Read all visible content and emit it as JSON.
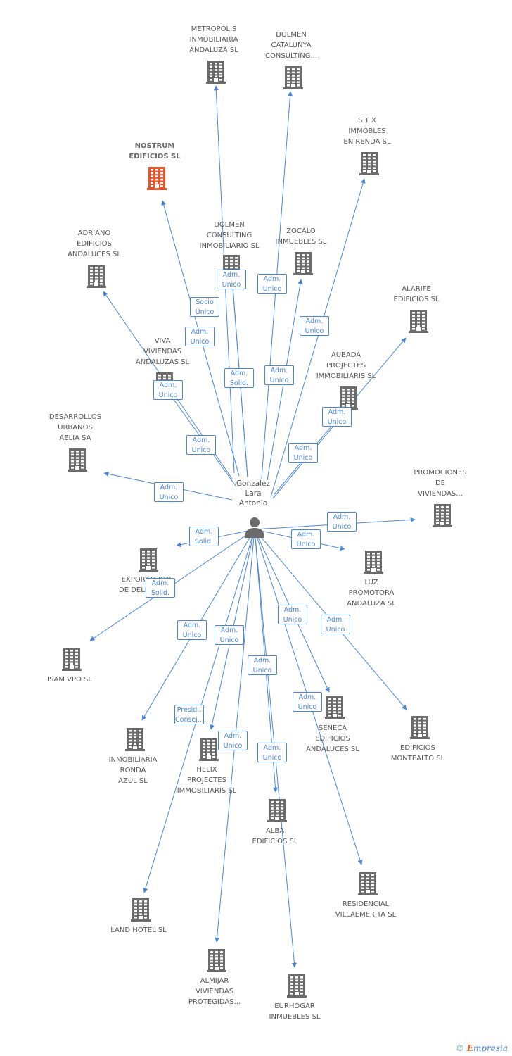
{
  "center": {
    "label": "Gonzalez\nLara\nAntonio",
    "icon": "person-icon"
  },
  "colors": {
    "edge": "#4a86d8",
    "building": "#6b6b6b",
    "building_highlight": "#e8562c"
  },
  "nodes": [
    {
      "id": "metropolis",
      "label": "METROPOLIS\nINMOBILIARIA\nANDALUZA SL",
      "highlight": false
    },
    {
      "id": "dolmen-catalunya",
      "label": "DOLMEN\nCATALUNYA\nCONSULTING...",
      "highlight": false
    },
    {
      "id": "stx",
      "label": "S T X\nIMMOBLES\nEN RENDA SL",
      "highlight": false
    },
    {
      "id": "nostrum",
      "label": "NOSTRUM\nEDIFICIOS SL",
      "highlight": true
    },
    {
      "id": "dolmen-consulting",
      "label": "DOLMEN\nCONSULTING\nINMOBILIARIO SL",
      "highlight": false
    },
    {
      "id": "zocalo",
      "label": "ZOCALO\nINMUEBLES SL",
      "highlight": false
    },
    {
      "id": "adriano",
      "label": "ADRIANO\nEDIFICIOS\nANDALUCES SL",
      "highlight": false
    },
    {
      "id": "alarife",
      "label": "ALARIFE\nEDIFICIOS SL",
      "highlight": false
    },
    {
      "id": "viva",
      "label": "VIVA\nVIVIENDAS\nANDALUZAS SL",
      "highlight": false
    },
    {
      "id": "aubada",
      "label": "AUBADA\nPROJECTES\nIMMOBILIARIS SL",
      "highlight": false
    },
    {
      "id": "desarrollos",
      "label": "DESARROLLOS\nURBANOS\nAELIA SA",
      "highlight": false
    },
    {
      "id": "promociones",
      "label": "PROMOCIONES\nDE\nVIVIENDAS...",
      "highlight": false
    },
    {
      "id": "exportacion",
      "label": "EXPORTACION\nDE DELICIAS SL",
      "highlight": false
    },
    {
      "id": "luz",
      "label": "LUZ\nPROMOTORA\nANDALUZA SL",
      "highlight": false
    },
    {
      "id": "isam",
      "label": "ISAM VPO  SL",
      "highlight": false
    },
    {
      "id": "ronda",
      "label": "INMOBILIARIA\nRONDA\nAZUL SL",
      "highlight": false
    },
    {
      "id": "helix",
      "label": "HELIX\nPROJECTES\nIMMOBILIARIS SL",
      "highlight": false
    },
    {
      "id": "seneca",
      "label": "SENECA\nEDIFICIOS\nANDALUCES SL",
      "highlight": false
    },
    {
      "id": "montealto",
      "label": "EDIFICIOS\nMONTEALTO SL",
      "highlight": false
    },
    {
      "id": "alba",
      "label": "ALBA\nEDIFICIOS SL",
      "highlight": false
    },
    {
      "id": "villaemerita",
      "label": "RESIDENCIAL\nVILLAEMERITA SL",
      "highlight": false
    },
    {
      "id": "land-hotel",
      "label": "LAND HOTEL SL",
      "highlight": false
    },
    {
      "id": "almijar",
      "label": "ALMIJAR\nVIVIENDAS\nPROTEGIDAS...",
      "highlight": false
    },
    {
      "id": "eurhogar",
      "label": "EURHOGAR\nINMUEBLES SL",
      "highlight": false
    }
  ],
  "relations": [
    {
      "to": "metropolis",
      "label": "Adm.\nUnico"
    },
    {
      "to": "dolmen-catalunya",
      "label": "Adm.\nUnico"
    },
    {
      "to": "stx",
      "label": "Adm.\nUnico"
    },
    {
      "to": "nostrum",
      "label": "Adm.\nUnico"
    },
    {
      "to": "dolmen-consulting",
      "label": "Adm.\nSolid."
    },
    {
      "to": "zocalo",
      "label": "Adm.\nUnico"
    },
    {
      "to": "adriano",
      "label": "Adm.\nUnico"
    },
    {
      "to": "alarife",
      "label": "Adm.\nUnico"
    },
    {
      "to": "viva",
      "label": "Adm.\nUnico"
    },
    {
      "to": "aubada",
      "label": "Adm.\nUnico"
    },
    {
      "to": "desarrollos",
      "label": "Adm.\nUnico"
    },
    {
      "to": "promociones",
      "label": "Adm.\nUnico"
    },
    {
      "to": "exportacion",
      "label": "Adm.\nSolid."
    },
    {
      "to": "luz",
      "label": "Adm.\nUnico"
    },
    {
      "to": "isam",
      "label": "Adm.\nSolid."
    },
    {
      "to": "ronda",
      "label": "Adm.\nUnico"
    },
    {
      "to": "helix",
      "label": "Adm.\nUnico"
    },
    {
      "to": "seneca",
      "label": "Adm.\nUnico"
    },
    {
      "to": "montealto",
      "label": "Adm.\nUnico"
    },
    {
      "to": "alba",
      "label": "Adm.\nUnico"
    },
    {
      "to": "villaemerita",
      "label": "Adm.\nUnico"
    },
    {
      "to": "land-hotel",
      "label": "Presid.,\nConsej...."
    },
    {
      "to": "almijar",
      "label": "Adm.\nUnico"
    },
    {
      "to": "eurhogar",
      "label": "Adm.\nUnico"
    },
    {
      "to": "dolmen-consulting",
      "label": "Socio\nÚnico"
    }
  ],
  "footer": {
    "copyright": "©",
    "brand_e": "E",
    "brand_rest": "mpresia"
  }
}
